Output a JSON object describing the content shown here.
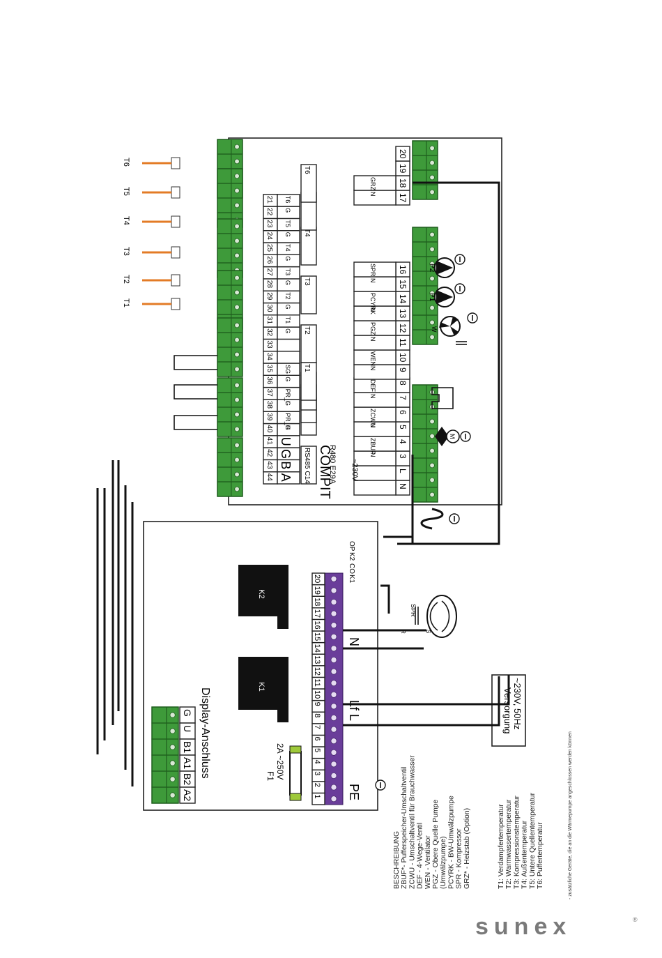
{
  "brand": {
    "logo": "sunex",
    "registered_mark": "®"
  },
  "controller": {
    "name": "COMPIT",
    "model": "R480 E29A",
    "supply_label": "~230V",
    "bottom_terminals": [
      "N",
      "L",
      "3",
      "4",
      "5",
      "6",
      "7",
      "8"
    ],
    "bottom_funcs": [
      "",
      "",
      "N",
      "ZBUF",
      "N",
      "ZCWU",
      "N",
      "DEF"
    ],
    "mid_terminals": [
      "9",
      "10",
      "11",
      "12",
      "13",
      "14",
      "15",
      "16"
    ],
    "mid_funcs": [
      "N",
      "WEN",
      "N",
      "PGZ",
      "N",
      "PCYRK",
      "N",
      "SPR"
    ],
    "right_terminals": [
      "17",
      "18",
      "19",
      "20"
    ],
    "right_funcs": [
      "N",
      "GRZ"
    ],
    "upper_terminals": [
      "44",
      "43",
      "42",
      "41",
      "40",
      "39",
      "38",
      "37",
      "36",
      "35",
      "34",
      "33",
      "32",
      "31",
      "30",
      "29",
      "28",
      "27",
      "26",
      "25",
      "24",
      "23",
      "22",
      "21"
    ],
    "upper_letters": [
      "A",
      "B",
      "G",
      "U"
    ],
    "upper_funcs": [
      "G",
      "PR_H",
      "G",
      "PR_L",
      "G",
      "SG",
      "",
      "",
      "G",
      "T1",
      "G",
      "T2",
      "G",
      "T3",
      "G",
      "T4",
      "G",
      "T5",
      "G",
      "T6"
    ],
    "group_labels": [
      "RS485 C14",
      "PR_H",
      "PR_L",
      "SG",
      "T1",
      "T2",
      "T3",
      "T4",
      "T5",
      "T6"
    ],
    "sensors": [
      "T1",
      "T2",
      "T3",
      "T4",
      "T5",
      "T6"
    ],
    "pumps": [
      "P1",
      "P2"
    ],
    "fan_label": "W",
    "valve_label": "M"
  },
  "relay_board": {
    "terminals": [
      "1",
      "2",
      "3",
      "4",
      "5",
      "6",
      "7",
      "8",
      "9",
      "10",
      "11",
      "12",
      "13",
      "14",
      "15",
      "16",
      "17",
      "18",
      "19",
      "20"
    ],
    "bus_labels": [
      "PE",
      "L",
      "Lf",
      "N",
      "K1",
      "CO",
      "K2",
      "OP"
    ],
    "relays": [
      "K1",
      "K2"
    ],
    "fuse_name": "F1",
    "fuse_rating": "2A ~250V",
    "compressor_label": "SPR",
    "compressor_pins": [
      "R",
      "S"
    ],
    "supply_line1": "Versorgung",
    "supply_line2": "~230V, 50Hz"
  },
  "display": {
    "title": "Display-Anschluss",
    "terminals": [
      "G",
      "U",
      "B1",
      "A1",
      "B2",
      "A2"
    ]
  },
  "legend": {
    "lines": [
      "BESCHREIBUNG",
      "ZBUF*- Pufferspeicher-Umschaltventil",
      "ZCWU - Umschaltventil für Brauchwasser",
      "DEF - 4-Wege-Ventil",
      "WEN - Ventilator",
      "PGZ - Obere Quelle Pumpe",
      "(Umwälzpumpe)",
      "PCYRK - BW-Umwälzpumpe",
      "SPR - Kompressor",
      "GRZ* - Heizstab (Option)"
    ],
    "sensor_lines": [
      "T1: Verdampfertemperatur",
      "T2: Warmwassertemperatur",
      "T3: Kompressionstemperatur",
      "T4: Außentemperatur",
      "T5: Untere Quellentemperatur",
      "T6: Puffertemperatur"
    ],
    "footnote": "- zusätzliche Geräte, die an die Wärmepumpe angeschlossen werden können"
  }
}
